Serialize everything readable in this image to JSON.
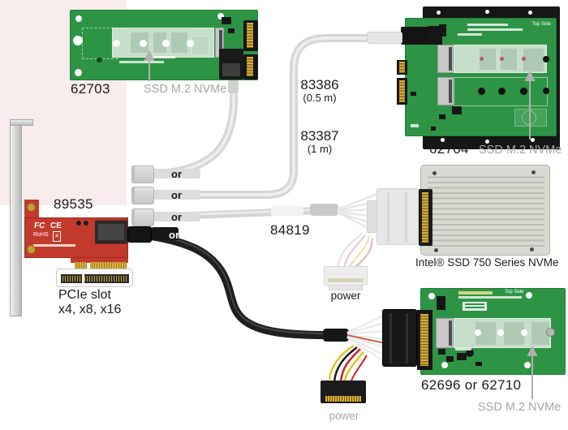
{
  "labels": {
    "b62703": {
      "part": "62703",
      "caption": "SSD M.2 NVMe"
    },
    "b62704": {
      "part": "62704",
      "caption": "SSD M.2 NVMe",
      "silk": "Top Side"
    },
    "b62696": {
      "part": "62696 or 62710",
      "caption": "SSD M.2 NVMe",
      "silk": "Top Side"
    },
    "card": {
      "part": "89535",
      "slot_line1": "PCIe slot",
      "slot_line2": "x4, x8, x16",
      "marks": {
        "fcc": "FC",
        "ce": "CE",
        "rohs": "RoHS"
      }
    },
    "cables": {
      "c83386": {
        "part": "83386",
        "length": "(0.5 m)"
      },
      "c83387": {
        "part": "83387",
        "length": "(1 m)"
      },
      "c84819": {
        "part": "84819"
      }
    },
    "ssd": {
      "name": "Intel® SSD 750 Series NVMe"
    },
    "or_options": [
      "or",
      "or",
      "or",
      "or"
    ],
    "power_mid": "power",
    "power_bottom": "power"
  },
  "colors": {
    "pcb_green": "#2e9445",
    "card_red": "#c23a2c",
    "cable_grey": "#d6d6d6",
    "cable_black": "#1f1f1f",
    "gold": "#d2a63e",
    "faded_text": "#a6a6a6",
    "pink_bg": "#f8edec",
    "arrow_grey": "#b0b0b0"
  }
}
